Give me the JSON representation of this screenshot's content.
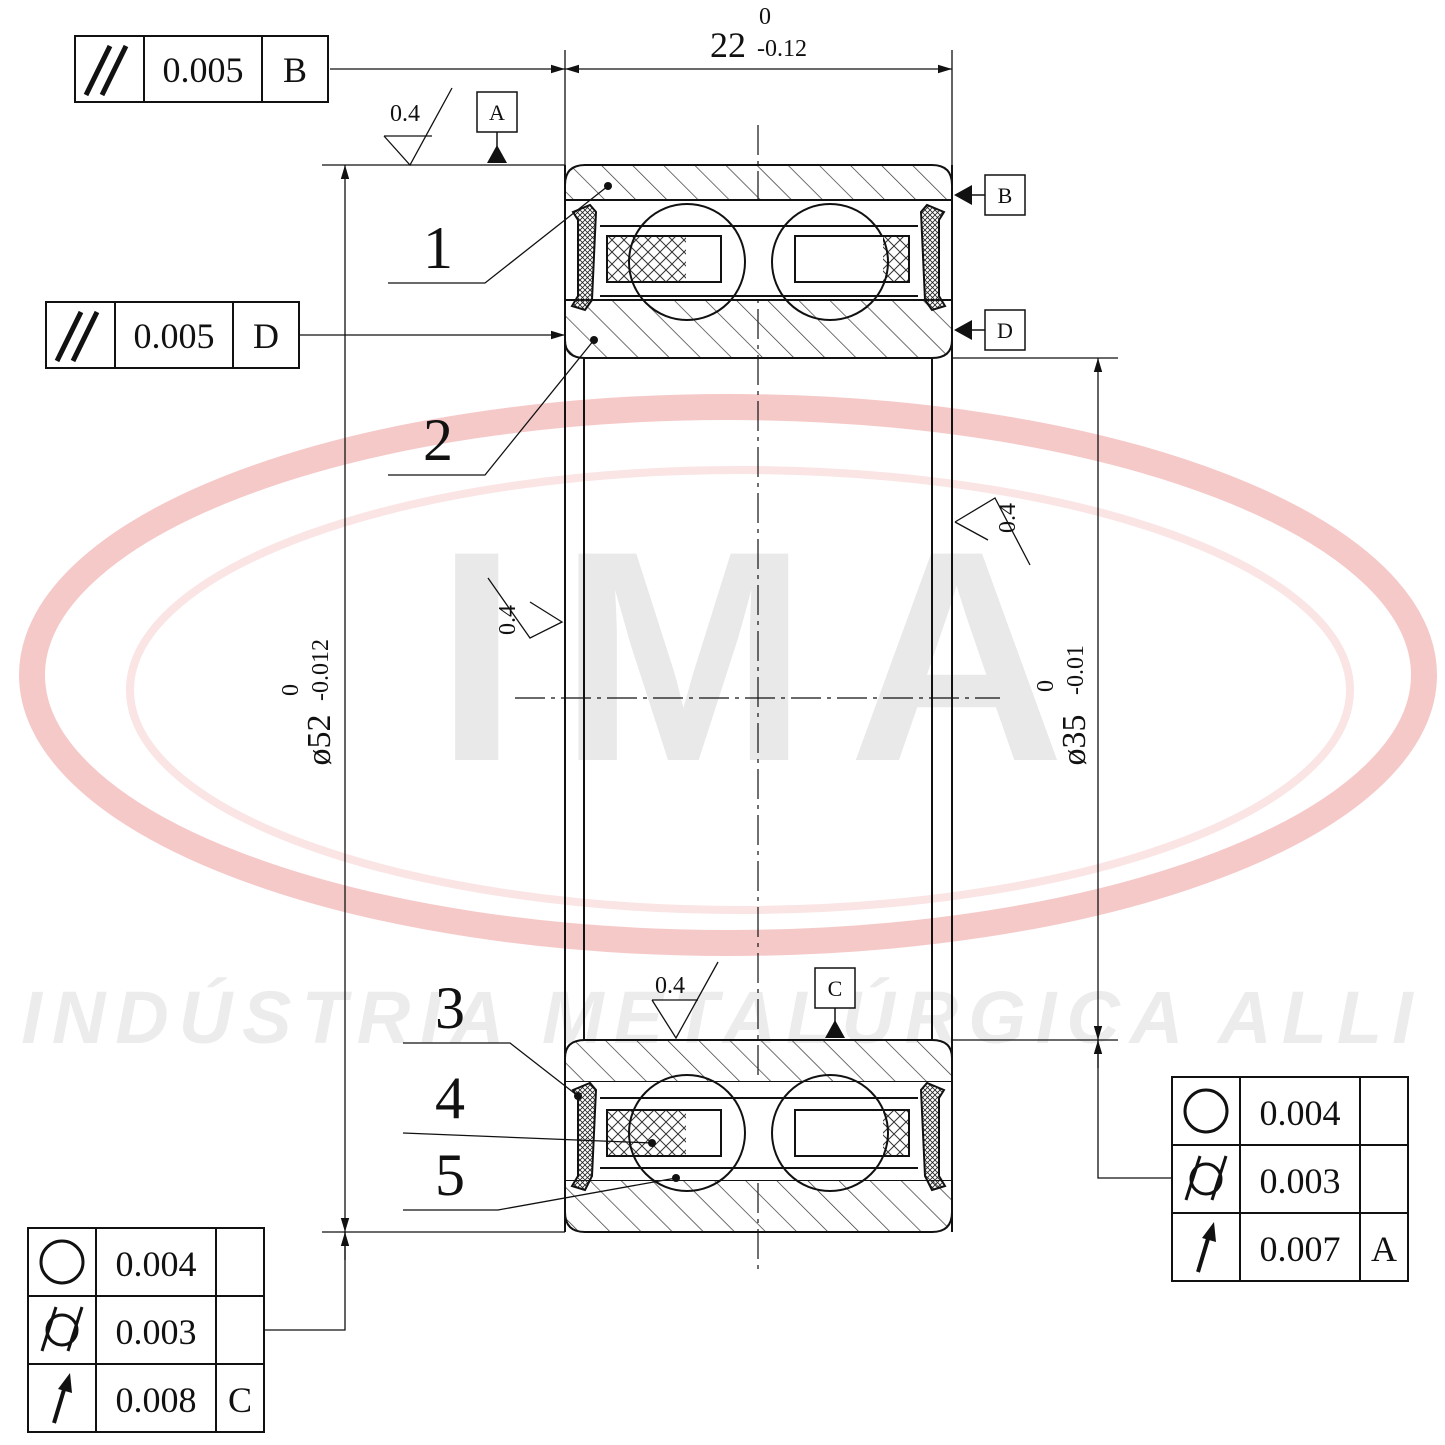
{
  "watermark": {
    "logo_text": "IMA",
    "company_text": "INDÚSTRIA METALÚRGICA ALLI",
    "ring_color": "#f6c9c9",
    "text_color": "#e9e9e9"
  },
  "dimensions": {
    "width_nominal": "22",
    "width_upper_dev": "0",
    "width_lower_dev": "-0.12",
    "outer_dia_nominal": "ø52",
    "outer_dia_upper_dev": "0",
    "outer_dia_lower_dev": "-0.012",
    "inner_dia_nominal": "ø35",
    "inner_dia_upper_dev": "0",
    "inner_dia_lower_dev": "-0.01"
  },
  "roughness": {
    "top_face": "0.4",
    "outer_surface": "0.4",
    "bore_left": "0.4",
    "bore_bottom": "0.4"
  },
  "datums": [
    "A",
    "B",
    "C",
    "D"
  ],
  "part_labels": [
    "1",
    "2",
    "3",
    "4",
    "5"
  ],
  "fcf_top_b": {
    "value": "0.005",
    "datum": "B"
  },
  "fcf_top_d": {
    "value": "0.005",
    "datum": "D"
  },
  "fcf_right": [
    {
      "value": "0.004",
      "datum": ""
    },
    {
      "value": "0.003",
      "datum": ""
    },
    {
      "value": "0.007",
      "datum": "A"
    }
  ],
  "fcf_left": [
    {
      "value": "0.004",
      "datum": ""
    },
    {
      "value": "0.003",
      "datum": ""
    },
    {
      "value": "0.008",
      "datum": "C"
    }
  ],
  "colors": {
    "line": "#111111",
    "hatch": "#333333",
    "background": "#ffffff"
  }
}
